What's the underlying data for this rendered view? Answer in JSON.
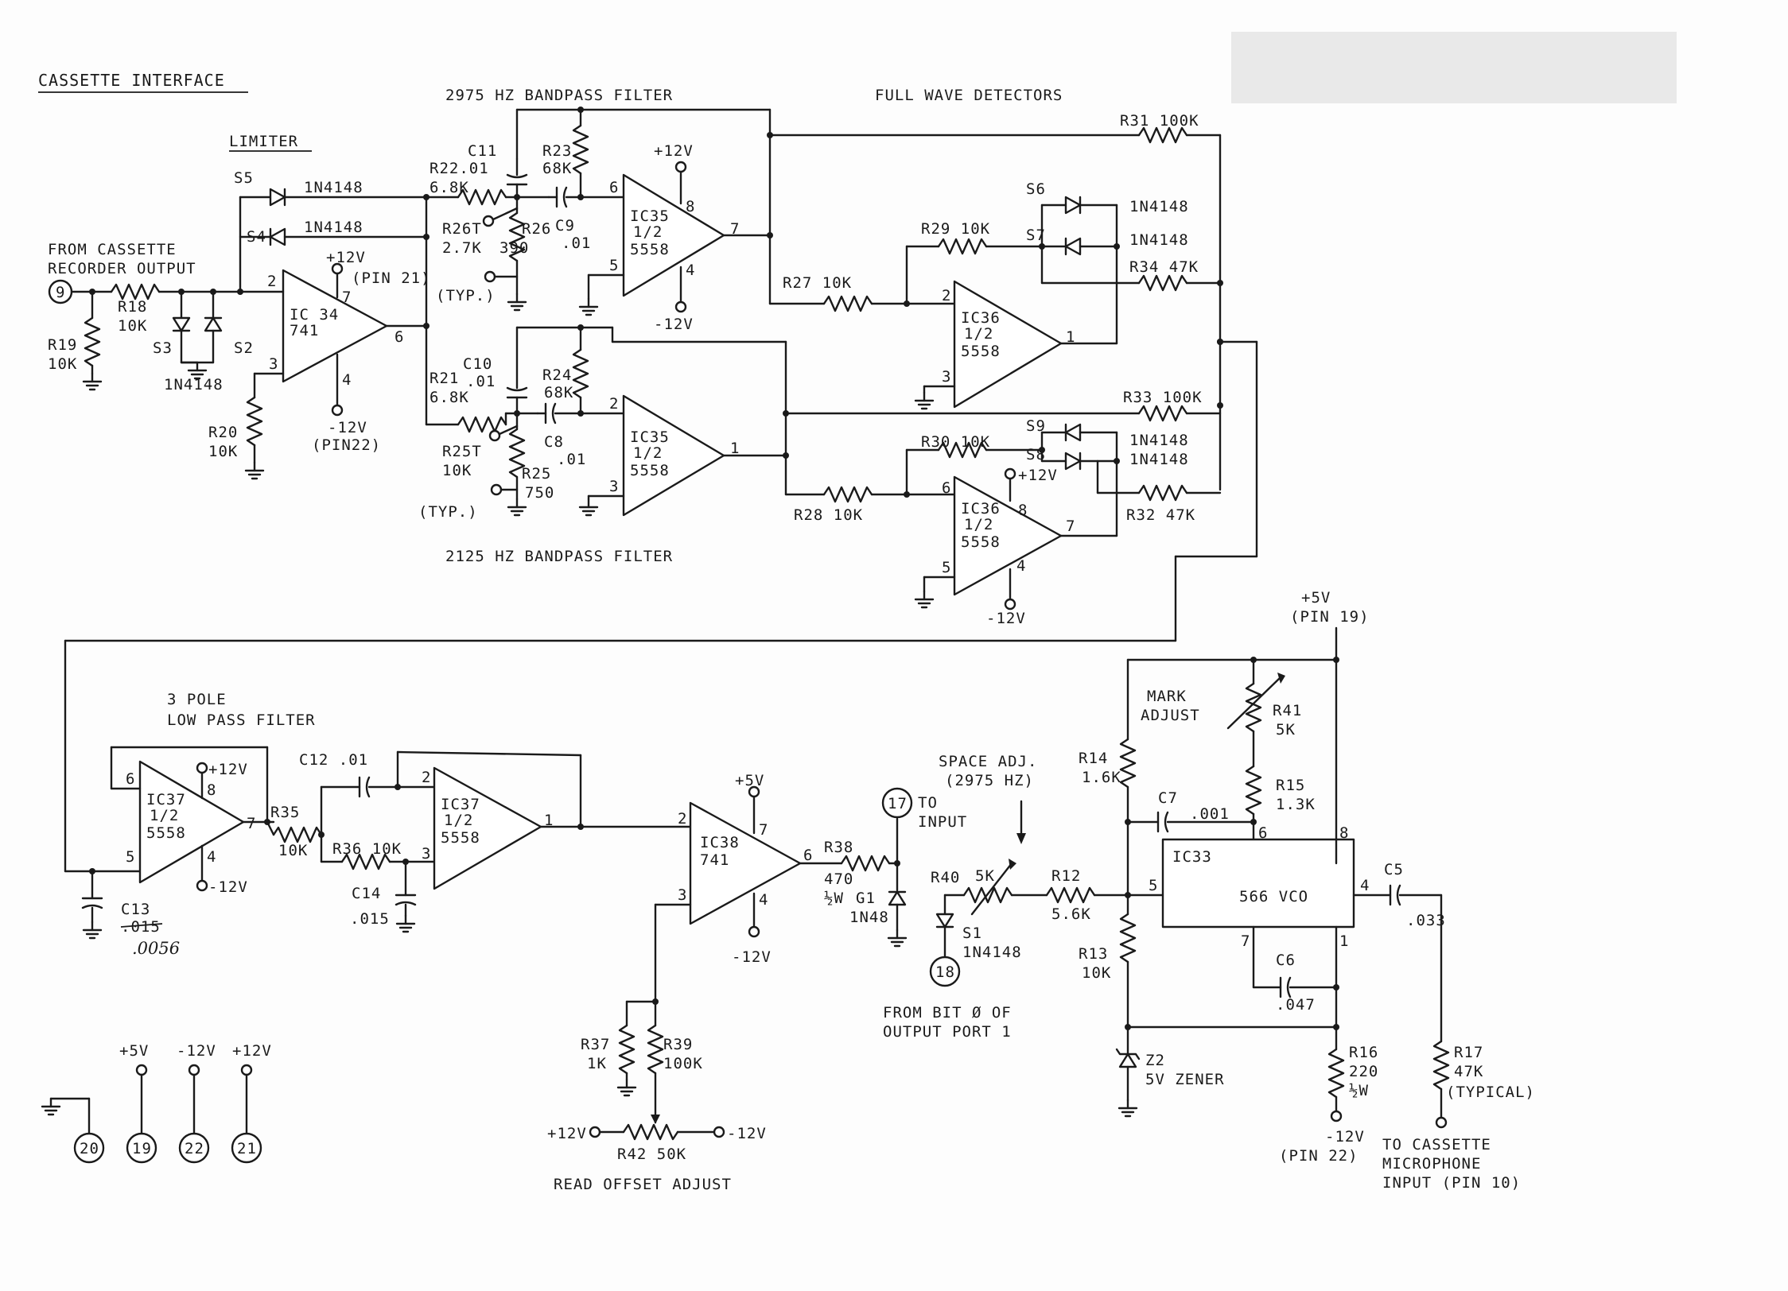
{
  "titles": {
    "main": "CASSETTE INTERFACE",
    "limiter": "LIMITER",
    "bp2975": "2975 HZ BANDPASS FILTER",
    "fwd": "FULL WAVE DETECTORS",
    "bp2125": "2125 HZ BANDPASS FILTER",
    "lpf1": "3 POLE",
    "lpf2": "LOW PASS FILTER",
    "read_offset": "READ OFFSET ADJUST",
    "from_bit": "FROM BIT Ø OF",
    "output_port": "OUTPUT PORT 1",
    "to_cassette1": "TO CASSETTE",
    "to_cassette2": "MICROPHONE",
    "to_cassette3": "INPUT (PIN 10)",
    "from_cassette1": "FROM CASSETTE",
    "from_cassette2": "RECORDER OUTPUT",
    "to_input_to": "TO",
    "to_input_input": "INPUT",
    "mark_adjust1": "MARK",
    "mark_adjust2": "ADJUST",
    "space_adj1": "SPACE ADJ.",
    "space_adj2": "(2975 HZ)"
  },
  "ics": {
    "ic34": [
      "IC 34",
      "741"
    ],
    "ic35a": [
      "IC35",
      "1/2",
      "5558"
    ],
    "ic35b": [
      "IC35",
      "1/2",
      "5558"
    ],
    "ic36a": [
      "IC36",
      "1/2",
      "5558"
    ],
    "ic36b": [
      "IC36",
      "1/2",
      "5558"
    ],
    "ic37a": [
      "IC37",
      "1/2",
      "5558"
    ],
    "ic37b": [
      "IC37",
      "1/2",
      "5558"
    ],
    "ic38": [
      "IC38",
      "741"
    ],
    "ic33_name": "IC33",
    "ic33_type": "566 VCO"
  },
  "components": {
    "r18": [
      "R18",
      "10K"
    ],
    "r19": [
      "R19",
      "10K"
    ],
    "r20": [
      "R20",
      "10K"
    ],
    "r21": [
      "R21",
      "6.8K"
    ],
    "r22": [
      "R22.01",
      "6.8K"
    ],
    "r23": [
      "R23",
      "68K"
    ],
    "r24": [
      "R24",
      "68K"
    ],
    "r25": [
      "R25",
      "750"
    ],
    "r25t": [
      "R25T",
      "10K"
    ],
    "r26": [
      "R26",
      "390"
    ],
    "r26t": [
      "R26T",
      "2.7K"
    ],
    "r27": "R27  10K",
    "r28": "R28  10K",
    "r29": "R29  10K",
    "r30": "R30  10K",
    "r31": "R31  100K",
    "r32": "R32  47K",
    "r33": "R33  100K",
    "r34": "R34  47K",
    "r35": [
      "R35",
      "10K"
    ],
    "r36": "R36  10K",
    "r37": [
      "R37",
      "1K"
    ],
    "r38": [
      "R38",
      "470",
      "½W"
    ],
    "r39": [
      "R39",
      "100K"
    ],
    "r40": "R40",
    "r40v": "5K",
    "r41": [
      "R41",
      "5K"
    ],
    "r42": "R42  50K",
    "r12": [
      "R12",
      "5.6K"
    ],
    "r13": [
      "R13",
      "10K"
    ],
    "r14": [
      "R14",
      "1.6K"
    ],
    "r15": [
      "R15",
      "1.3K"
    ],
    "r16": [
      "R16",
      "220",
      "½W"
    ],
    "r17": [
      "R17",
      "47K",
      "(TYPICAL)"
    ],
    "c5": [
      "C5",
      ".033"
    ],
    "c6": [
      "C6",
      ".047"
    ],
    "c7": [
      "C7",
      ".001"
    ],
    "c8": [
      "C8",
      ".01"
    ],
    "c9": [
      "C9",
      ".01"
    ],
    "c10": [
      "C10",
      ".01"
    ],
    "c11": "C11",
    "c12": "C12  .01",
    "c13": [
      "C13",
      ".015"
    ],
    "c13_hand": ".0056",
    "c14": [
      "C14",
      ".015"
    ],
    "diode": "1N4148",
    "diode_short": "1N48",
    "g1": "G1",
    "z2": [
      "Z2",
      "5V ZENER"
    ],
    "s1": "S1",
    "s2": "S2",
    "s3": "S3",
    "s4": "S4",
    "s5": "S5",
    "s6": "S6",
    "s7": "S7",
    "s8": "S8",
    "s9": "S9"
  },
  "supply": {
    "p12": "+12V",
    "m12": "-12V",
    "p5": "+5V",
    "pin21": "(PIN 21)",
    "pin22": "(PIN22)",
    "pin22b": "(PIN 22)",
    "pin19": "(PIN 19)",
    "typ": "(TYP.)",
    "plus12v_pot": "+12V",
    "minus12v_pot": "-12V"
  },
  "connectors": [
    "9",
    "17",
    "18",
    "19",
    "20",
    "21",
    "22"
  ],
  "pins": {
    "n1": "1",
    "n2": "2",
    "n3": "3",
    "n4": "4",
    "n5": "5",
    "n6": "6",
    "n7": "7",
    "n8": "8"
  }
}
